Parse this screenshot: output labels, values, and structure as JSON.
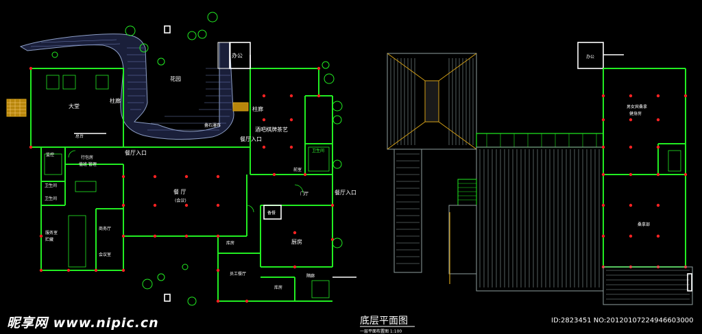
{
  "plan_left": {
    "rooms": {
      "lobby": "大堂",
      "garden": "花园",
      "colonnade_left": "柱廊",
      "colonnade_right": "柱廊",
      "office": "办公",
      "bar_tea": "酒吧棋牌茶艺",
      "rockery": "叠石瀑布",
      "general_desk": "总台",
      "restaurant_entrance_top": "餐厅入口",
      "restaurant_entrance_left": "餐厅入口",
      "restaurant_entrance_right": "餐厅入口",
      "control": "监控",
      "luggage": "行包房",
      "duty_manager": "值班 管理",
      "restroom_1": "卫生间",
      "restroom_2": "卫生间",
      "restaurant": "餐 厅",
      "restaurant_sub": "(会议)",
      "service_room": "服务室",
      "storage_1": "贮藏",
      "business_hall": "商务厅",
      "meeting_room": "会议室",
      "storeroom_1": "库房",
      "kitchen": "厨房",
      "staff_dining": "员工餐厅",
      "storeroom_2": "库房",
      "vestibule": "门厅",
      "bar_counter": "前室",
      "pantry": "备餐",
      "corridor": "隔廊",
      "wc_small": "卫生间"
    }
  },
  "plan_right": {
    "rooms": {
      "office": "办公",
      "fitness": "男女宾桑拿",
      "fitness_sub": "健身房",
      "club": "桑拿部"
    }
  },
  "drawing_title": "底层平面图",
  "drawing_subtitle": "一层平面布置图 1:100",
  "watermark": "昵享网 www.nipic.cn",
  "image_id": "ID:2823451 NO:20120107224946603000"
}
